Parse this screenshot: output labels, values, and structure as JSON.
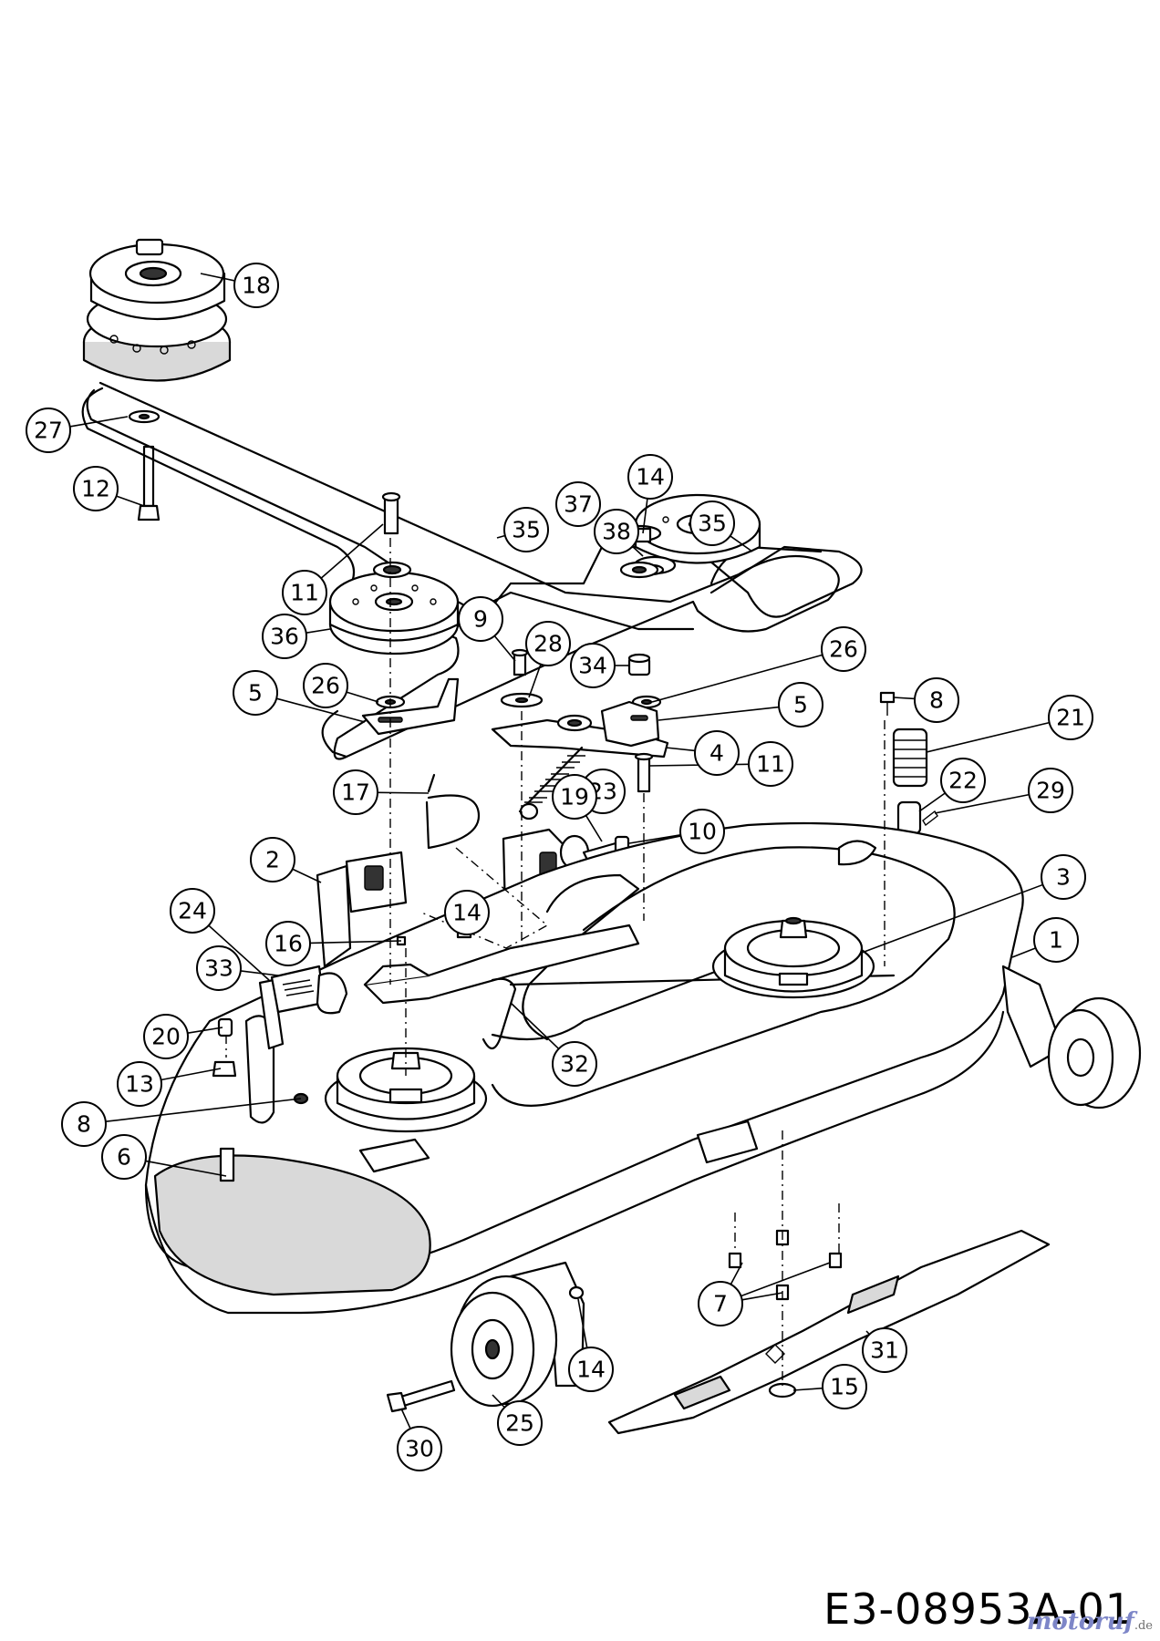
{
  "drawing_code": "E3-08953A-01",
  "watermark": {
    "name": "motoruf",
    "tld": ".de"
  },
  "parts_shown": [
    {
      "id": "pto-clutch",
      "icon": "pto-clutch-icon"
    },
    {
      "id": "deck-belt",
      "icon": "belt-icon"
    },
    {
      "id": "idler-pulley-left",
      "icon": "pulley-icon"
    },
    {
      "id": "idler-pulley-right",
      "icon": "pulley-icon"
    },
    {
      "id": "idler-bracket",
      "icon": "bracket-icon"
    },
    {
      "id": "tension-spring",
      "icon": "spring-icon"
    },
    {
      "id": "mower-deck",
      "icon": "deck-icon"
    },
    {
      "id": "spindle-left",
      "icon": "spindle-icon"
    },
    {
      "id": "spindle-right",
      "icon": "spindle-icon"
    },
    {
      "id": "gauge-wheel-front",
      "icon": "wheel-icon"
    },
    {
      "id": "gauge-wheel-right",
      "icon": "wheel-icon"
    },
    {
      "id": "mower-blade",
      "icon": "blade-icon"
    },
    {
      "id": "spring-can",
      "icon": "spring-icon"
    },
    {
      "id": "grease-fitting",
      "icon": "fitting-icon"
    }
  ],
  "callouts": [
    {
      "label": "18"
    },
    {
      "label": "27"
    },
    {
      "label": "12"
    },
    {
      "label": "35"
    },
    {
      "label": "37"
    },
    {
      "label": "14"
    },
    {
      "label": "38"
    },
    {
      "label": "35"
    },
    {
      "label": "11"
    },
    {
      "label": "36"
    },
    {
      "label": "9"
    },
    {
      "label": "28"
    },
    {
      "label": "34"
    },
    {
      "label": "26"
    },
    {
      "label": "5"
    },
    {
      "label": "26"
    },
    {
      "label": "5"
    },
    {
      "label": "4"
    },
    {
      "label": "8"
    },
    {
      "label": "21"
    },
    {
      "label": "11"
    },
    {
      "label": "23"
    },
    {
      "label": "22"
    },
    {
      "label": "29"
    },
    {
      "label": "17"
    },
    {
      "label": "19"
    },
    {
      "label": "10"
    },
    {
      "label": "2"
    },
    {
      "label": "3"
    },
    {
      "label": "24"
    },
    {
      "label": "14"
    },
    {
      "label": "1"
    },
    {
      "label": "16"
    },
    {
      "label": "33"
    },
    {
      "label": "20"
    },
    {
      "label": "32"
    },
    {
      "label": "13"
    },
    {
      "label": "8"
    },
    {
      "label": "6"
    },
    {
      "label": "7"
    },
    {
      "label": "31"
    },
    {
      "label": "14"
    },
    {
      "label": "15"
    },
    {
      "label": "30"
    },
    {
      "label": "25"
    }
  ]
}
